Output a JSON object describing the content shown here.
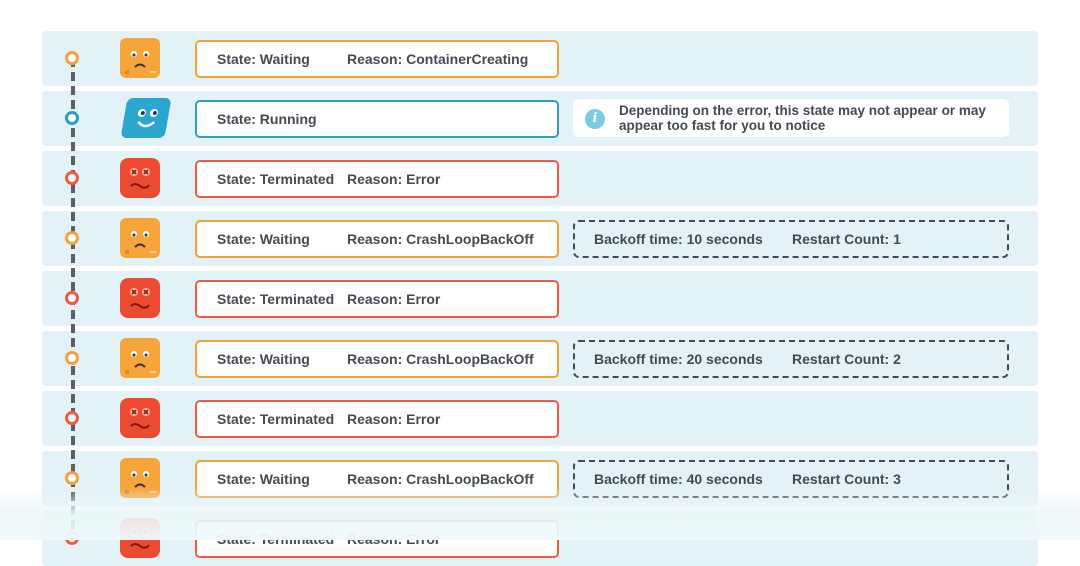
{
  "rows": [
    {
      "status": "waiting",
      "state": "State: Waiting",
      "reason": "Reason: ContainerCreating"
    },
    {
      "status": "running",
      "state": "State: Running",
      "reason": "",
      "note": "Depending on the error, this state may not appear or may appear too fast for you to notice"
    },
    {
      "status": "terminated",
      "state": "State: Terminated",
      "reason": "Reason: Error"
    },
    {
      "status": "waiting",
      "state": "State: Waiting",
      "reason": "Reason: CrashLoopBackOff",
      "backoff": "Backoff time: 10 seconds",
      "restart": "Restart Count: 1"
    },
    {
      "status": "terminated",
      "state": "State: Terminated",
      "reason": "Reason: Error"
    },
    {
      "status": "waiting",
      "state": "State: Waiting",
      "reason": "Reason: CrashLoopBackOff",
      "backoff": "Backoff time: 20 seconds",
      "restart": "Restart Count: 2"
    },
    {
      "status": "terminated",
      "state": "State: Terminated",
      "reason": "Reason: Error"
    },
    {
      "status": "waiting",
      "state": "State: Waiting",
      "reason": "Reason: CrashLoopBackOff",
      "backoff": "Backoff time: 40 seconds",
      "restart": "Restart Count: 3"
    },
    {
      "status": "terminated",
      "state": "State: Terminated",
      "reason": "Reason: Error"
    }
  ],
  "colors": {
    "waiting": "#f2a23a",
    "running": "#2f9fbd",
    "terminated": "#ef5a44",
    "row_background": "#e3f2f6",
    "text": "#444a52"
  },
  "icons": {
    "waiting": "worried-orange-face-icon",
    "running": "happy-blue-face-icon",
    "terminated": "dizzy-red-face-icon",
    "note": "info-icon"
  }
}
